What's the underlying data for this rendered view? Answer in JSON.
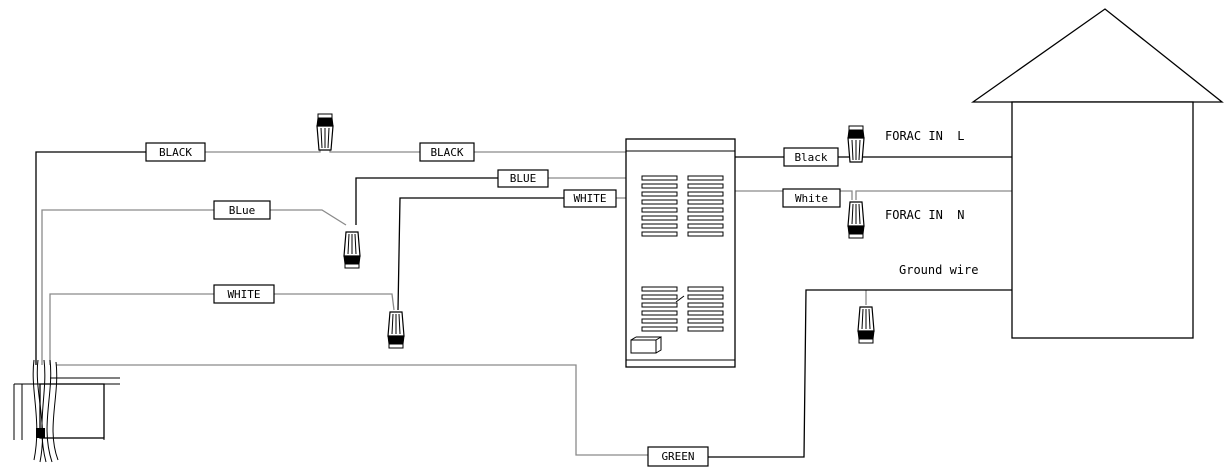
{
  "labels": {
    "black_left": "BLACK",
    "black_mid": "BLACK",
    "blue_mid": "BLUE",
    "blue_left": "BLue",
    "white_mid": "WHITE",
    "white_left": "WHITE",
    "black_right": "Black",
    "white_right": "White",
    "green": "GREEN"
  },
  "annotations": {
    "forac_l": "FORAC IN  L",
    "forac_n": "FORAC IN  N",
    "ground": "Ground wire"
  }
}
